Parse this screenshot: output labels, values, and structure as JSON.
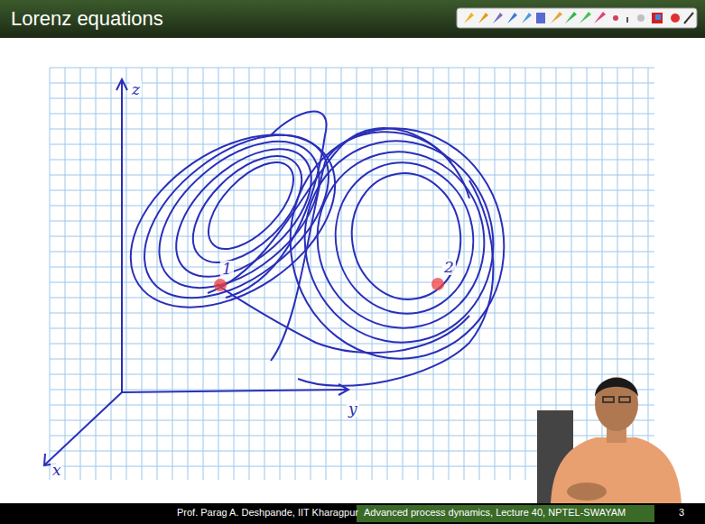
{
  "diagram": {
    "title": "Lorenz equations",
    "labels": [
      "z",
      "y",
      "x",
      "1",
      "2",
      "Prof. Parag A. Deshpande, IIT Kharagpur",
      "Advanced process dynamics, Lecture 40, NPTEL-SWAYAM",
      "3"
    ]
  }
}
